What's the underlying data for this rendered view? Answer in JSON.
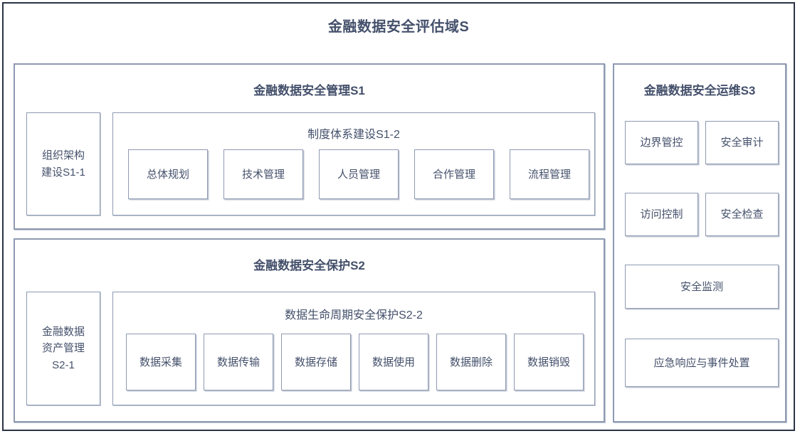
{
  "diagram": {
    "root_title": "金融数据安全评估域S",
    "groups": [
      {
        "id": "S1",
        "title": "金融数据安全管理S1",
        "side_cell": {
          "label": "组织架构\n建设S1-1",
          "line1": "组织架构",
          "line2": "建设S1-1"
        },
        "subgroup": {
          "title": "制度体系建设S1-2",
          "items": [
            {
              "label": "总体规划"
            },
            {
              "label": "技术管理"
            },
            {
              "label": "人员管理"
            },
            {
              "label": "合作管理"
            },
            {
              "label": "流程管理"
            }
          ]
        }
      },
      {
        "id": "S2",
        "title": "金融数据安全保护S2",
        "side_cell": {
          "line1": "金融数据",
          "line2": "资产管理",
          "line3": "S2-1"
        },
        "subgroup": {
          "title": "数据生命周期安全保护S2-2",
          "items": [
            {
              "label": "数据采集"
            },
            {
              "label": "数据传输"
            },
            {
              "label": "数据存储"
            },
            {
              "label": "数据使用"
            },
            {
              "label": "数据删除"
            },
            {
              "label": "数据销毁"
            }
          ]
        }
      },
      {
        "id": "S3",
        "title": "金融数据安全运维S3",
        "items": [
          {
            "label": "边界管控"
          },
          {
            "label": "安全审计"
          },
          {
            "label": "访问控制"
          },
          {
            "label": "安全检查"
          },
          {
            "label": "安全监测"
          },
          {
            "label": "应急响应与事件处置"
          }
        ]
      }
    ]
  },
  "colors": {
    "outer_border": "#2b3346",
    "box_border": "#8e9ab2",
    "text": "#44506b",
    "background": "#ffffff"
  }
}
